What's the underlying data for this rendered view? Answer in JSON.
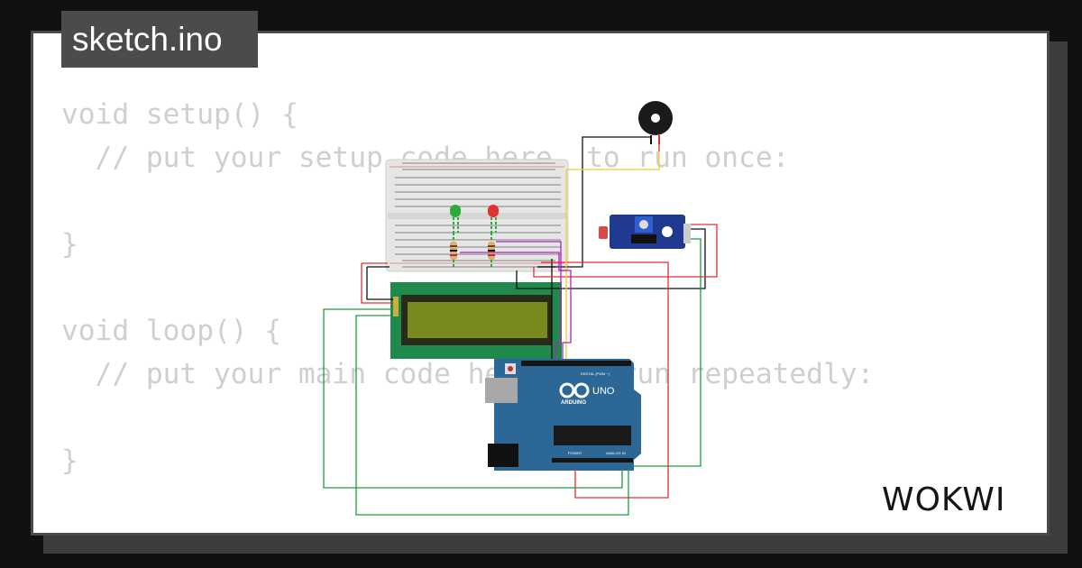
{
  "tab": {
    "filename": "sketch.ino"
  },
  "code": {
    "lines": [
      "void setup() {",
      "  // put your setup code here, to run once:",
      "",
      "}",
      "",
      "void loop() {",
      "  // put your main code here, to run repeatedly:",
      "",
      "}"
    ]
  },
  "brand": {
    "name": "WOKWI"
  },
  "board": {
    "name": "UNO",
    "sub": "ARDUINO",
    "digital": "DIGITAL (PWM ~)",
    "analog": "ANALOG IN",
    "power": "POWER"
  },
  "colors": {
    "background": "#111111",
    "card": "#ffffff",
    "tab": "#4b4b4b",
    "code_text": "#cfcfcf",
    "board": "#2c6796",
    "lcd_pcb": "#1f8a4c",
    "lcd_screen": "#7a8a1d",
    "sensor": "#1f3a8f",
    "wire_red": "#e03030",
    "wire_black": "#111111",
    "wire_green": "#1e9a3a",
    "wire_yellow": "#f2cf2a",
    "wire_purple": "#b020c0"
  },
  "icons": [
    "buzzer-icon",
    "led-green-icon",
    "led-red-icon",
    "resistor-icon",
    "usb-port-icon",
    "power-jack-icon",
    "reset-button-icon",
    "infinity-logo-icon"
  ]
}
